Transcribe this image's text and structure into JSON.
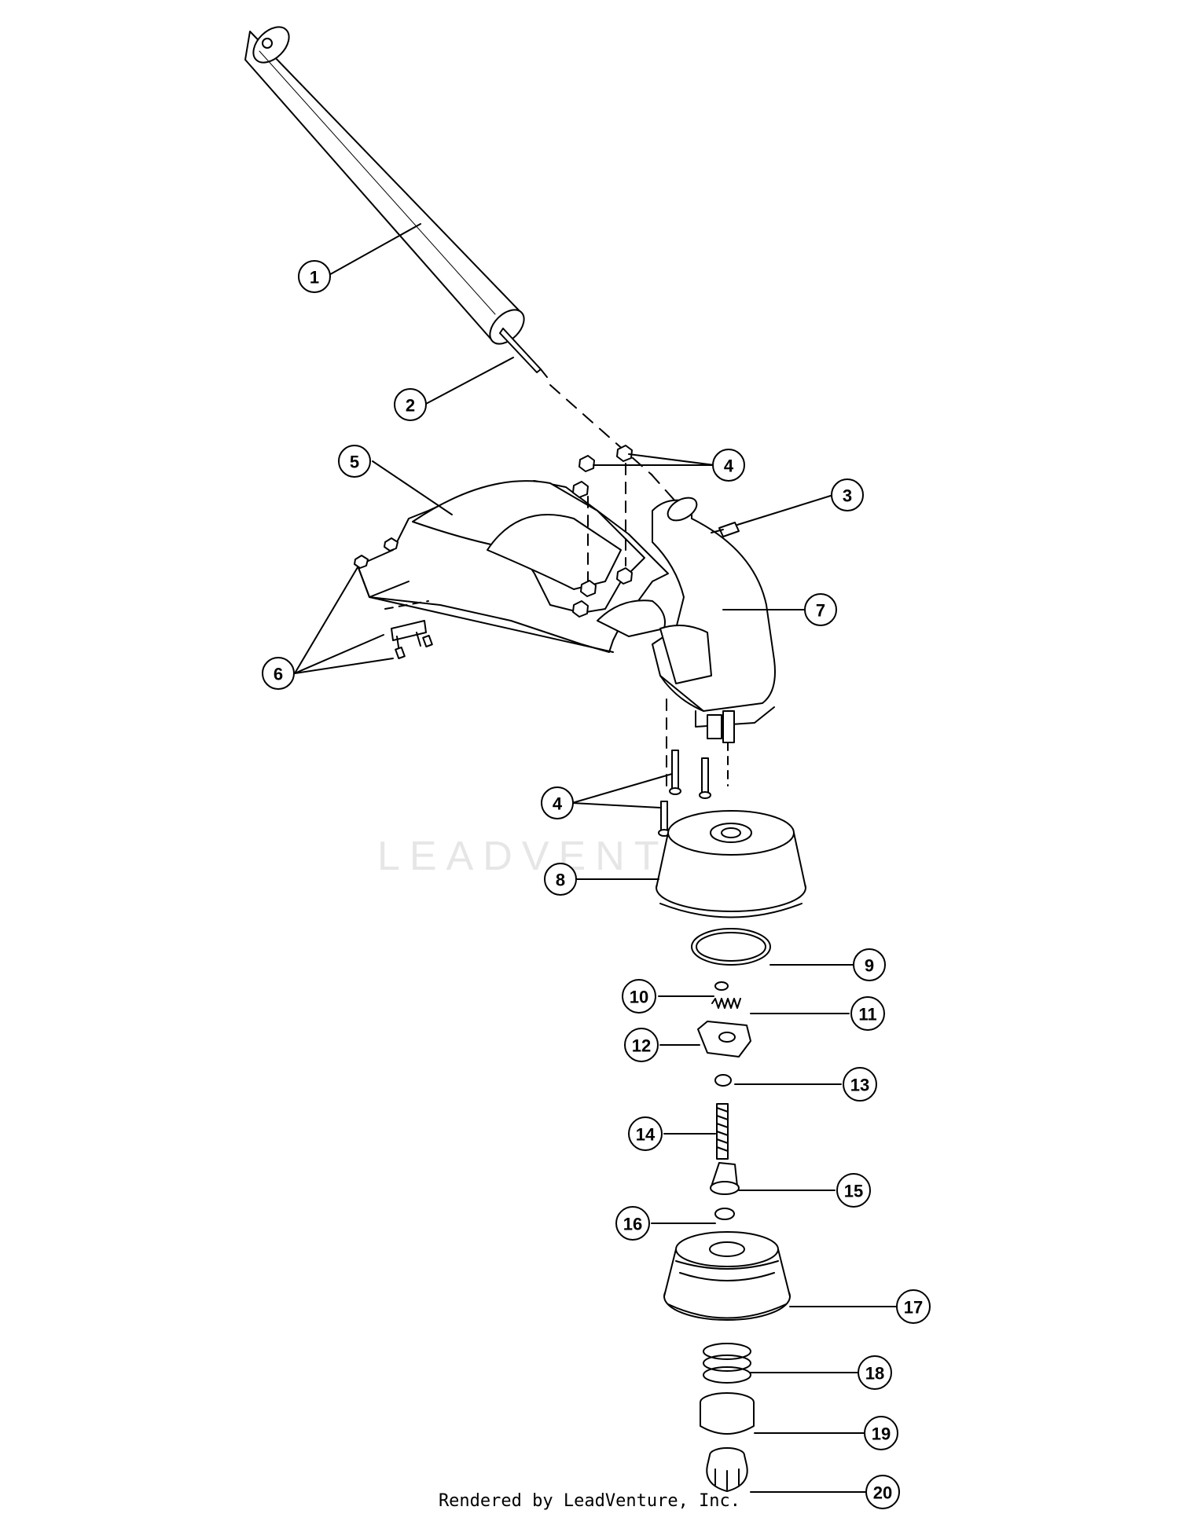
{
  "footer": "Rendered by LeadVenture, Inc.",
  "watermark": "LEADVENT",
  "callouts": [
    {
      "id": "1",
      "label": "1"
    },
    {
      "id": "2",
      "label": "2"
    },
    {
      "id": "3",
      "label": "3"
    },
    {
      "id": "4a",
      "label": "4"
    },
    {
      "id": "4b",
      "label": "4"
    },
    {
      "id": "5",
      "label": "5"
    },
    {
      "id": "6",
      "label": "6"
    },
    {
      "id": "7",
      "label": "7"
    },
    {
      "id": "8",
      "label": "8"
    },
    {
      "id": "9",
      "label": "9"
    },
    {
      "id": "10",
      "label": "10"
    },
    {
      "id": "11",
      "label": "11"
    },
    {
      "id": "12",
      "label": "12"
    },
    {
      "id": "13",
      "label": "13"
    },
    {
      "id": "14",
      "label": "14"
    },
    {
      "id": "15",
      "label": "15"
    },
    {
      "id": "16",
      "label": "16"
    },
    {
      "id": "17",
      "label": "17"
    },
    {
      "id": "18",
      "label": "18"
    },
    {
      "id": "19",
      "label": "19"
    },
    {
      "id": "20",
      "label": "20"
    }
  ]
}
